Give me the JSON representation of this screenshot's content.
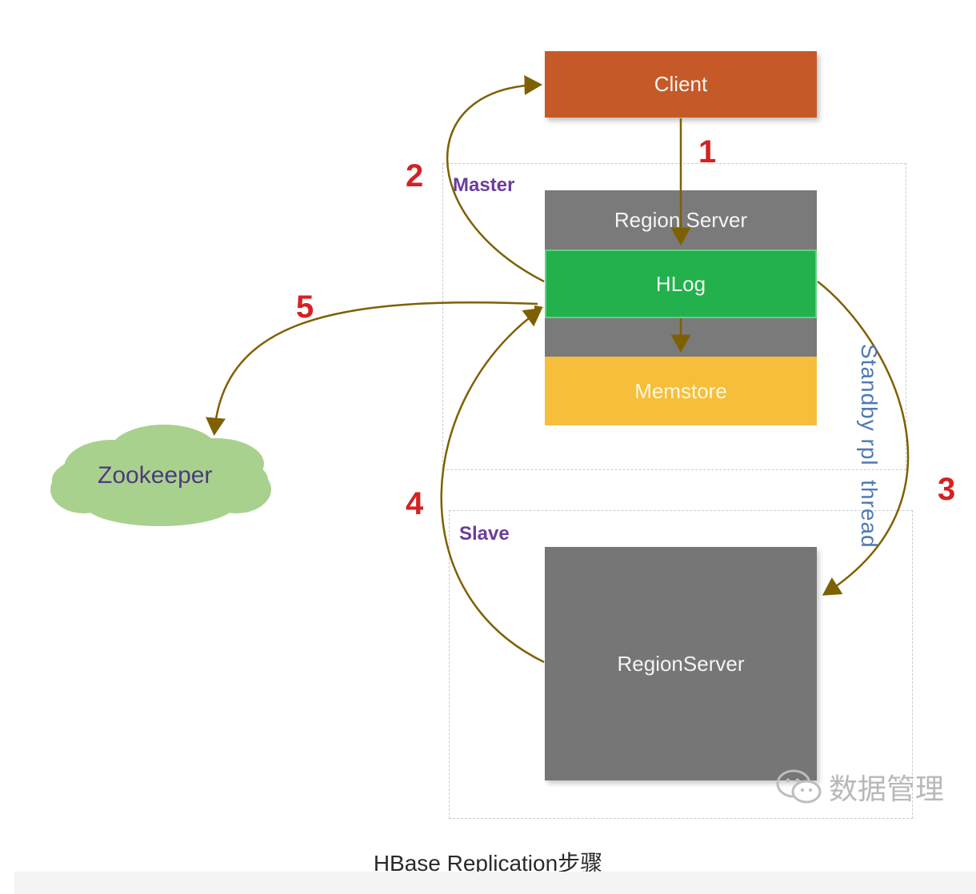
{
  "groups": {
    "master_label": "Master",
    "slave_label": "Slave"
  },
  "blocks": {
    "client": "Client",
    "region_server_master": "Region Server",
    "hlog": "HLog",
    "memstore": "Memstore",
    "region_server_slave": "RegionServer",
    "zookeeper": "Zookeeper"
  },
  "steps": {
    "s1": "1",
    "s2": "2",
    "s3": "3",
    "s4": "4",
    "s5": "5"
  },
  "thread_label": "Standby rpl  thread",
  "watermark": "数据管理",
  "caption": "HBase Replication步骤",
  "colors": {
    "client": "#c55a28",
    "region_server": "#7a7a7a",
    "hlog": "#22b14c",
    "memstore": "#f6be3b",
    "zookeeper": "#a9d18e",
    "arrow": "#7f6000",
    "step_number": "#d42222",
    "group_label": "#6a3d9a",
    "thread_label": "#4f79b4"
  }
}
